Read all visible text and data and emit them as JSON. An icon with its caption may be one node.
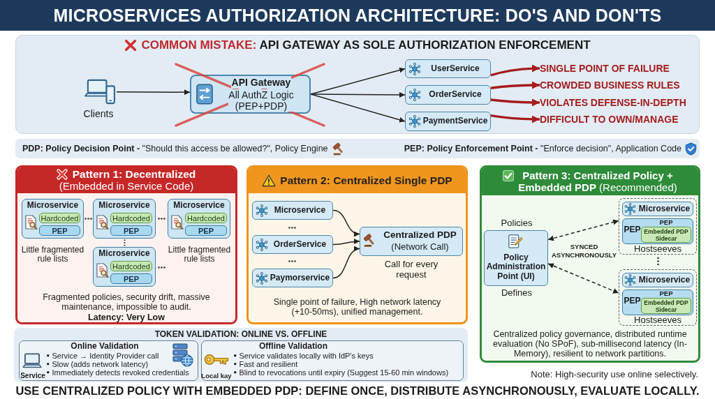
{
  "diagram": {
    "title": "MICROSERVICES AUTHORIZATION ARCHITECTURE: DO'S AND DON'TS",
    "caption": "USE CENTRALIZED POLICY WITH EMBEDDED PDP: DEFINE ONCE, DISTRIBUTE ASYNCHRONOUSLY, EVALUATE LOCALLY.",
    "nodes": [
      {
        "text": [
          "COMMON MISTAKE: API GATEWAY AS SOLE AUTHORIZATION ENFORCEMENT"
        ]
      },
      {
        "text": [
          "Clients"
        ],
        "in": 0
      },
      {
        "text": [
          "API Gateway",
          "All AuthZ Logic (PEP+PDP)"
        ],
        "in": 0
      },
      {
        "text": [
          "UserService"
        ],
        "in": 0
      },
      {
        "text": [
          "OrderService"
        ],
        "in": 0
      },
      {
        "text": [
          "PaymentService"
        ],
        "in": 0
      },
      {
        "text": [
          "SINGLE POINT OF FAILURE"
        ],
        "in": 0
      },
      {
        "text": [
          "CROWDED BUSINESS RULES"
        ],
        "in": 0
      },
      {
        "text": [
          "VIOLATES DEFENSE-IN-DEPTH"
        ],
        "in": 0
      },
      {
        "text": [
          "DIFFICULT TO OWN/MANAGE"
        ],
        "in": 0
      },
      {
        "text": [
          "**PDP: Policy Decision Point -** \"Should this access be allowed?\", Policy Engine",
          "**PEP: Policy Enforcement Point -** \"Enforce decision\", Application Code"
        ]
      },
      {
        "text": [
          "Pattern 1: Decentralized",
          "(Embedded in Service Code)",
          "Fragmented policies, security drift, massive maintenance, impossible to audit.",
          "Latency: Very Low"
        ]
      },
      {
        "text": [
          "Microservice"
        ],
        "in": 11,
        "beside": [
          "Little fragmented rule lists"
        ]
      },
      {
        "text": [
          "Hardcoded"
        ],
        "in": 12
      },
      {
        "text": [
          "PEP"
        ],
        "in": 12
      },
      {
        "text": [
          "Microservice"
        ],
        "in": 11
      },
      {
        "text": [
          "Hardcoded"
        ],
        "in": 15
      },
      {
        "text": [
          "PEP"
        ],
        "in": 15
      },
      {
        "text": [
          "Microservice"
        ],
        "in": 11,
        "beside": [
          "Little fragmented rule lists"
        ]
      },
      {
        "text": [
          "Hardcoded"
        ],
        "in": 18
      },
      {
        "text": [
          "PEP"
        ],
        "in": 18
      },
      {
        "text": [
          "Microservice"
        ],
        "in": 11
      },
      {
        "text": [
          "Hardcoded"
        ],
        "in": 21
      },
      {
        "text": [
          "PEP"
        ],
        "in": 21
      },
      {
        "text": [
          "Pattern 2: Centralized Single PDP",
          "Single point of failure, High network latency (+10-50ms), unified management."
        ]
      },
      {
        "text": [
          "Microservice"
        ],
        "in": 24
      },
      {
        "text": [
          "OrderService"
        ],
        "in": 24
      },
      {
        "text": [
          "Paymorservice"
        ],
        "in": 24
      },
      {
        "text": [
          "Centralized PDP",
          "(Network Call)"
        ],
        "in": 24,
        "beside": [
          "Call for every request"
        ]
      },
      {
        "text": [
          "**Pattern 3: Centralized Policy + Embedded PDP** (Recommended)",
          "Centralized policy governance, distributed runtime evaluation (No SPoF), sub-millisecond latency (In-Memory), resilient to network partitions."
        ]
      },
      {
        "text": [
          "Policy Administration Point (UI)"
        ],
        "in": 29,
        "beside": [
          "Policies",
          "Defines"
        ]
      },
      {
        "text": [
          "Hostseeves"
        ],
        "in": 29
      },
      {
        "text": [
          "Microservice"
        ],
        "in": 31
      },
      {
        "text": [
          "PEP",
          "PEP"
        ],
        "in": 31
      },
      {
        "text": [
          "Embedded PDP Sidecar"
        ],
        "in": 33
      },
      {
        "text": [
          "Hostseeves"
        ],
        "in": 29
      },
      {
        "text": [
          "Microservice"
        ],
        "in": 35
      },
      {
        "text": [
          "PEP",
          "PEP"
        ],
        "in": 35
      },
      {
        "text": [
          "Embedded PDP Sidecar"
        ],
        "in": 37
      },
      {
        "text": [
          "TOKEN VALIDATION: ONLINE VS. OFFLINE"
        ]
      },
      {
        "text": [
          "Online Validation",
          "Service → Identity Provider call",
          "Slow (adds network latency)",
          "Service",
          "Immediately detects revoked credentials"
        ],
        "in": 39
      },
      {
        "text": [
          "Offline Validation",
          "Service validates locally with IdP's keys",
          "Fast and resilient",
          "Local kay",
          "Blind to revocations until expiry (Suggest 15-60 min windows)"
        ],
        "in": 39
      }
    ],
    "edges": [
      {
        "from": 1,
        "to": 2,
        "arrow": "to"
      },
      {
        "from": 2,
        "to": 3,
        "arrow": "to"
      },
      {
        "from": 2,
        "to": 4,
        "arrow": "to"
      },
      {
        "from": 2,
        "to": 5,
        "arrow": "to"
      },
      {
        "from": 3,
        "to": 6,
        "arrow": "to",
        "style": "thick",
        "color": "#a51c1c"
      },
      {
        "from": 4,
        "to": 7,
        "arrow": "to",
        "style": "thick",
        "color": "#a51c1c"
      },
      {
        "from": 4,
        "to": 8,
        "arrow": "to",
        "style": "thick",
        "color": "#a51c1c"
      },
      {
        "from": 5,
        "to": 9,
        "arrow": "to",
        "style": "thick",
        "color": "#a51c1c"
      },
      {
        "from": 25,
        "to": 28,
        "arrow": "to"
      },
      {
        "from": 26,
        "to": 28,
        "arrow": "to"
      },
      {
        "from": 27,
        "to": 28,
        "arrow": "to"
      },
      {
        "from": 30,
        "to": 31,
        "arrow": "both",
        "style": "dashed",
        "label": "SYNCED ASYNCHRONOUSLY"
      },
      {
        "from": 30,
        "to": 35,
        "arrow": "both",
        "style": "dashed"
      }
    ],
    "labels": [
      "Note: High-security use online selectively."
    ]
  }
}
